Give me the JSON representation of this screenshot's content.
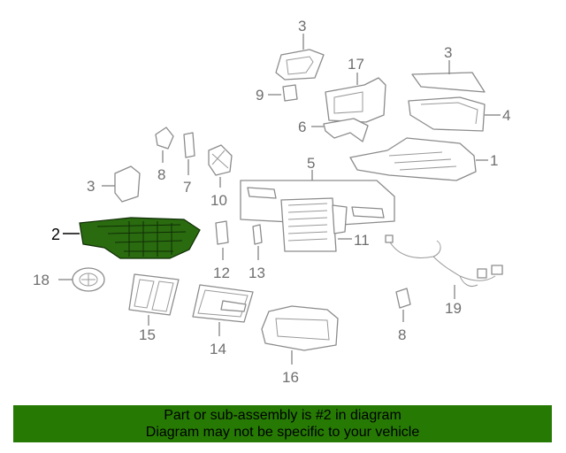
{
  "callouts": {
    "c1": "1",
    "c2": "2",
    "c3a": "3",
    "c3b": "3",
    "c3c": "3",
    "c4": "4",
    "c5": "5",
    "c6": "6",
    "c7": "7",
    "c8a": "8",
    "c8b": "8",
    "c9": "9",
    "c10": "10",
    "c11": "11",
    "c12": "12",
    "c13": "13",
    "c14": "14",
    "c15": "15",
    "c16": "16",
    "c17": "17",
    "c18": "18",
    "c19": "19"
  },
  "highlight": {
    "part_number": "2",
    "color": "#267a04"
  },
  "banner": {
    "line1": "Part or sub-assembly is #2 in diagram",
    "line2": "Diagram may not be specific to your vehicle"
  }
}
